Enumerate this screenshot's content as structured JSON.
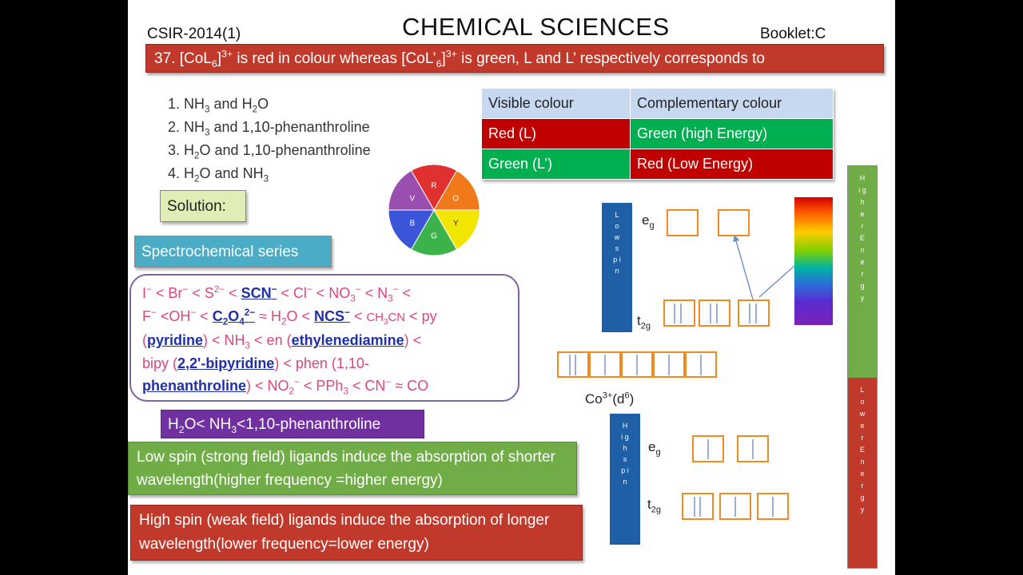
{
  "header": {
    "left_code": "CSIR-2014(1)",
    "title": "CHEMICAL SCIENCES",
    "booklet": "Booklet:C"
  },
  "question": {
    "text_html": "37. [CoL<sub>6</sub>]<sup>3+</sup> is red in colour whereas [CoL’<sub>6</sub>]<sup>3+</sup>  is green, L and L’  respectively corresponds to"
  },
  "options": [
    {
      "html": "1. NH<sub>3</sub> and H<sub>2</sub>O"
    },
    {
      "html": "2. NH<sub>3</sub> and 1,10-phenanthroline"
    },
    {
      "html": "3. H<sub>2</sub>O and 1,10-phenanthroline"
    },
    {
      "html": "4. H<sub>2</sub>O and NH<sub>3</sub>"
    }
  ],
  "solution_label": "Solution:",
  "spectro_label": "Spectrochemical series",
  "series_html": "I<sup>−</sup> &lt; Br<sup>−</sup> &lt; S<sup>2−</sup> &lt; <u>SCN<sup>−</sup></u> &lt; Cl<sup>−</sup> &lt; NO<sub>3</sub><sup>−</sup> &lt; N<sub>3</sub><sup>−</sup> &lt;<br>F<sup>−</sup> &lt;OH<sup>−</sup> &lt; <u>C<sub>2</sub>O<sub>4</sub><sup>2−</sup></u> ≈ H<sub>2</sub>O &lt; <u>NCS<sup>−</sup></u> &lt; <span style=\"font-size:15px\">CH<sub>3</sub>CN</span> &lt; py<br>(<u>pyridine</u>) &lt; NH<sub>3</sub> &lt; en (<u>ethylenediamine</u>) &lt;<br>bipy (<u>2,2'-bipyridine</u>) &lt; phen (1,10-<br><u>phenanthroline</u>) &lt; NO<sub>2</sub><sup>−</sup> &lt; PPh<sub>3</sub> &lt; CN<sup>−</sup> ≈ CO",
  "order_html": "H<sub>2</sub>O&lt; NH<sub>3</sub>&lt;1,10-phenanthroline",
  "low_spin_text": "Low spin (strong field) ligands induce the absorption of shorter wavelength(higher frequency =higher energy)",
  "high_spin_text": "High spin (weak field) ligands induce the absorption of longer wavelength(lower frequency=lower energy)",
  "color_table": {
    "headers": [
      "Visible colour",
      "Complementary colour"
    ],
    "rows": [
      {
        "visible": "Red (L)",
        "complementary": "Green (high Energy)"
      },
      {
        "visible": "Green (L’)",
        "complementary": "Red (Low Energy)"
      }
    ]
  },
  "color_wheel": {
    "segments": [
      {
        "letter": "R",
        "color": "#e03030"
      },
      {
        "letter": "O",
        "color": "#f07a1a"
      },
      {
        "letter": "Y",
        "color": "#f2e600"
      },
      {
        "letter": "G",
        "color": "#3bb34a"
      },
      {
        "letter": "B",
        "color": "#3b55d8"
      },
      {
        "letter": "V",
        "color": "#9a4fb0"
      }
    ]
  },
  "orbitals": {
    "ion_html": "Co<sup>3+</sup>(d<sup>6</sup>)",
    "eg_html": "e<sub>g</sub>",
    "t2g_html": "t<sub>2g</sub>",
    "low_spin_letters": "L o w s p i n",
    "high_spin_letters": "H i g h s p i n"
  },
  "energy_bar": {
    "higher": "H i g h e r E n e r g y",
    "lower": "L o w e r E n e r g y",
    "higher_color": "#70ad47",
    "lower_color": "#c0392b"
  }
}
